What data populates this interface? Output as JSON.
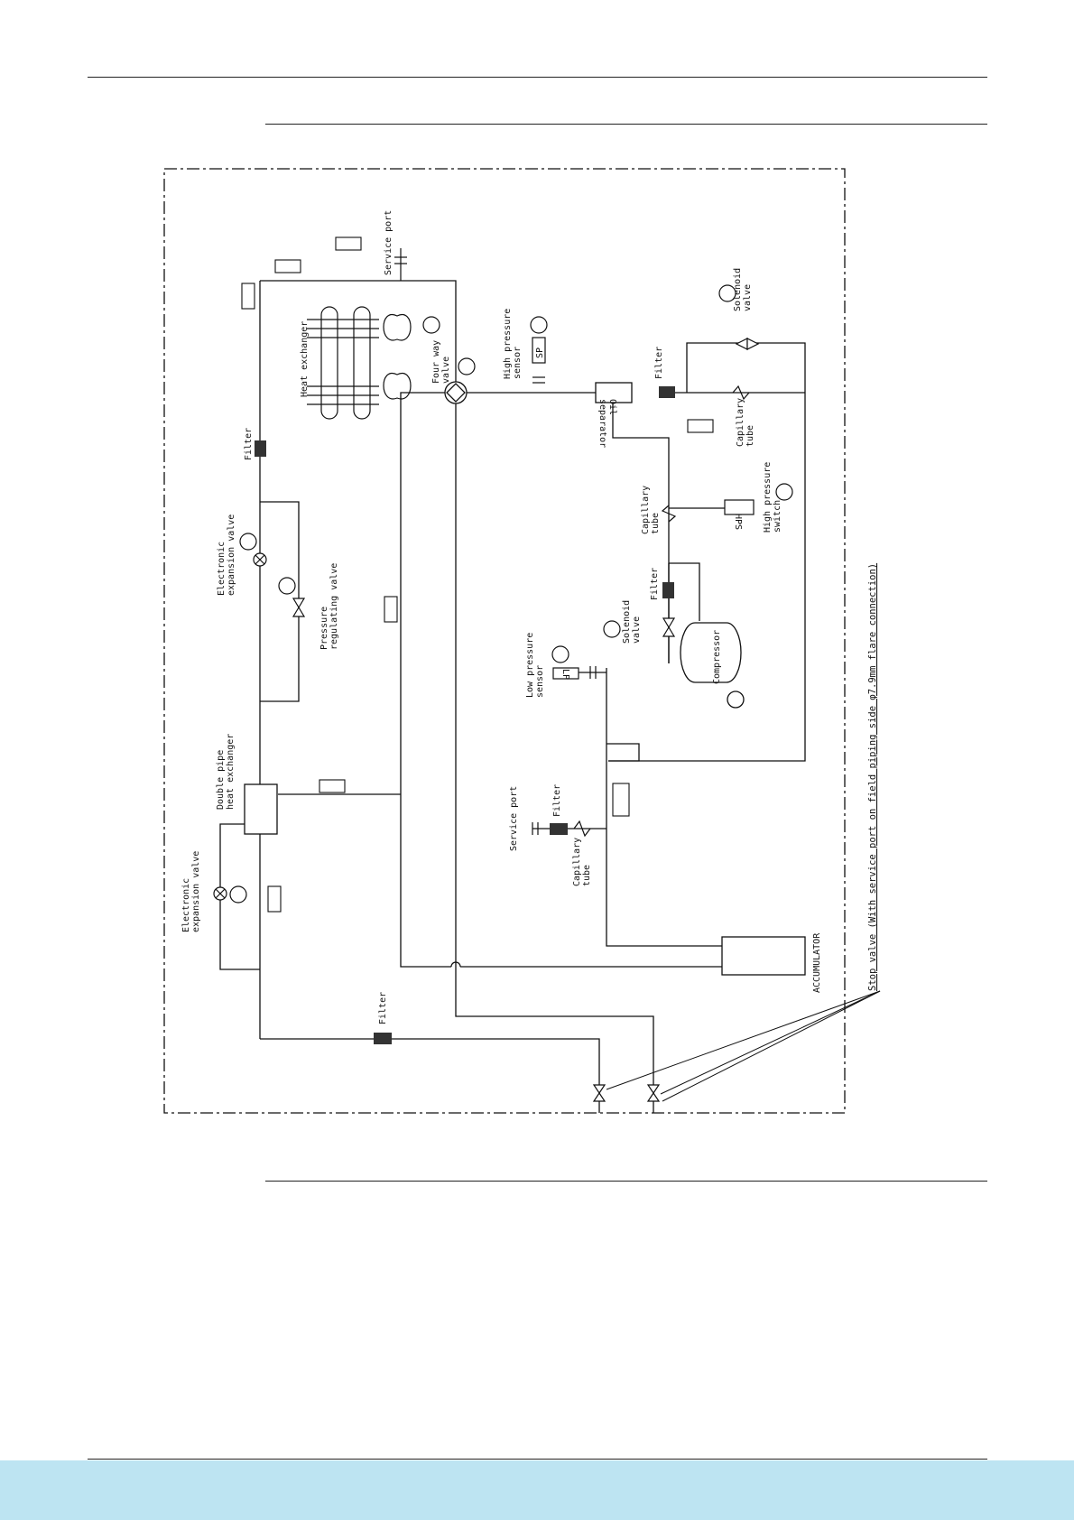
{
  "labels": {
    "service_port_top": "Service port",
    "heat_exchanger": "Heat exchanger",
    "four_way_valve": [
      "Four way",
      "valve"
    ],
    "high_pressure_sensor": [
      "High pressure",
      "sensor"
    ],
    "sp": "SP",
    "oil_separator": [
      "Oil",
      "separator"
    ],
    "filter": "Filter",
    "solenoid_valve": [
      "Solenoid",
      "valve"
    ],
    "capillary_tube": [
      "Capillary",
      "tube"
    ],
    "high_pressure_switch": [
      "High pressure",
      "switch"
    ],
    "hps": "HPS",
    "electronic_expansion_valve": [
      "Electronic",
      "expansion valve"
    ],
    "pressure_regulating_valve": [
      "Pressure",
      "regulating valve"
    ],
    "low_pressure_sensor": [
      "Low pressure",
      "sensor"
    ],
    "lp": "LP",
    "compressor": "Compressor",
    "double_pipe_heat_exchanger": [
      "Double pipe",
      "heat exchanger"
    ],
    "service_port": "Service port",
    "accumulator": "ACCUMULATOR",
    "stop_valve_note": "Stop valve (With service port on field piping side φ7.9mm flare connection)"
  }
}
